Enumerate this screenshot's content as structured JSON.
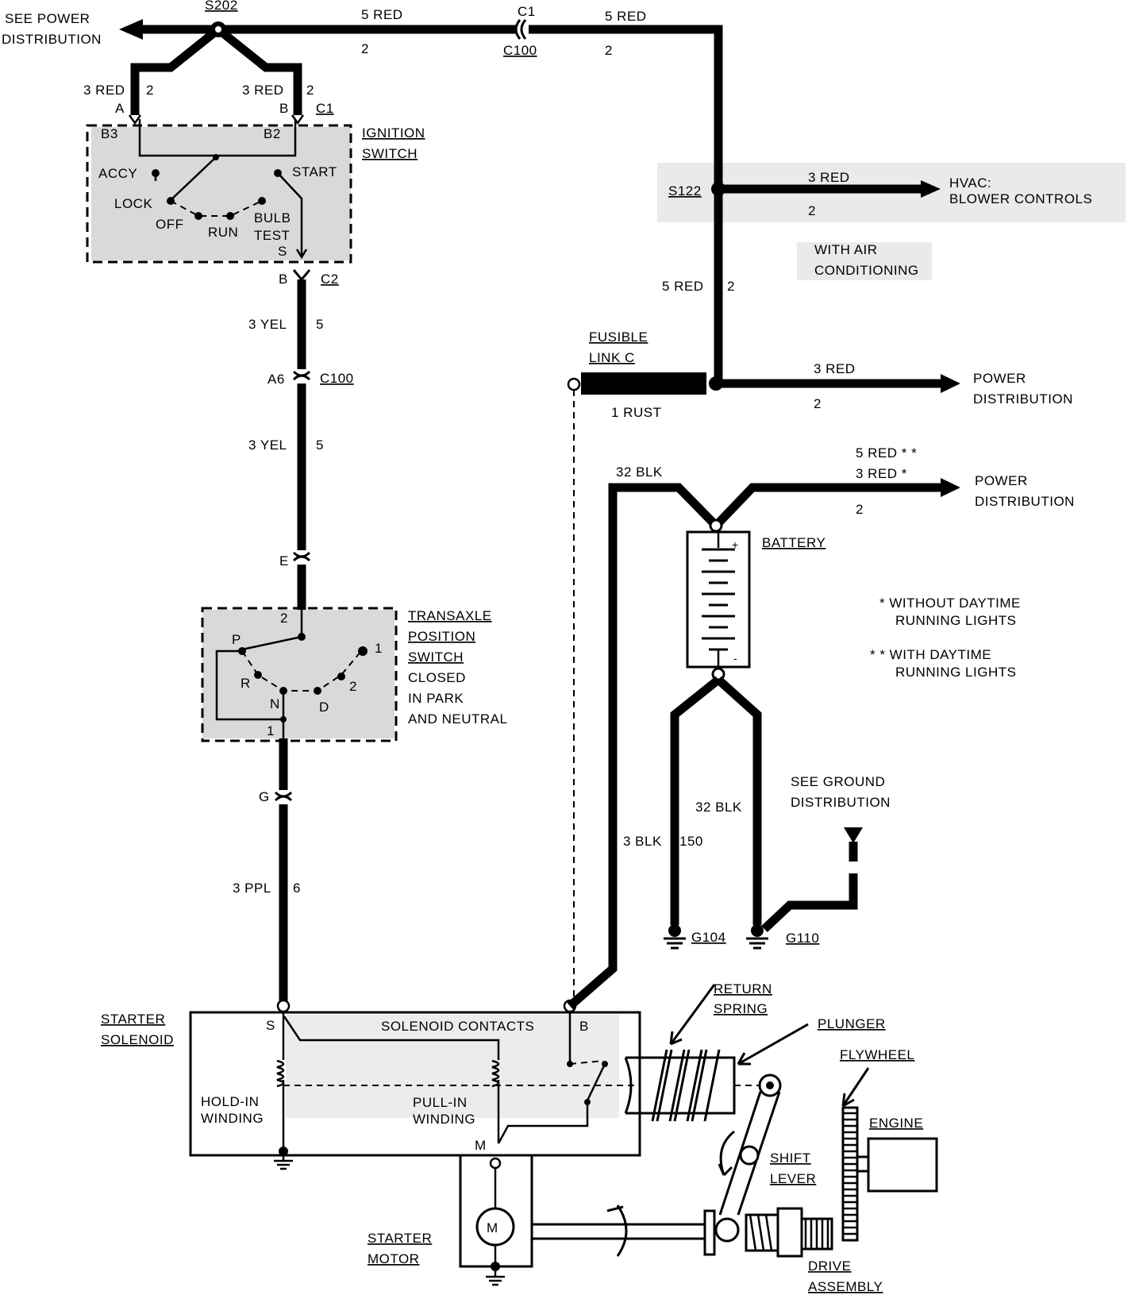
{
  "labels": {
    "see_power_top": [
      "SEE POWER",
      "DISTRIBUTION"
    ],
    "s202": "S202",
    "c1_top": "C1",
    "c100_top": "C100",
    "five_red_a": "5 RED",
    "five_red_b": "5 RED",
    "two_a": "2",
    "two_b": "2",
    "three_red_left": "3 RED",
    "three_red_mid": "3 RED",
    "two_c": "2",
    "two_d": "2",
    "pin_a": "A",
    "pin_b_top": "B",
    "c1_switch": "C1",
    "b3": "B3",
    "b2": "B2",
    "ignition_switch": [
      "IGNITION",
      "SWITCH"
    ],
    "accy": "ACCY",
    "start": "START",
    "lock": "LOCK",
    "off": "OFF",
    "run": "RUN",
    "bulb_test": [
      "BULB",
      "TEST"
    ],
    "s_pin": "S",
    "pin_b_c2": "B",
    "c2": "C2",
    "three_yel_a": "3 YEL",
    "five_a": "5",
    "a6": "A6",
    "c100_mid": "C100",
    "three_yel_b": "3 YEL",
    "five_b": "5",
    "pin_e": "E",
    "transaxle": [
      "TRANSAXLE",
      "POSITION",
      "SWITCH",
      "CLOSED",
      "IN PARK",
      "AND NEUTRAL"
    ],
    "tp_2": "2",
    "tp_p": "P",
    "tp_r": "R",
    "tp_n": "N",
    "tp_d": "D",
    "tp_1a": "1",
    "tp_2b": "2",
    "tp_1": "1",
    "pin_g": "G",
    "three_ppl": "3 PPL",
    "six": "6",
    "starter_solenoid": [
      "STARTER",
      "SOLENOID"
    ],
    "sol_s": "S",
    "solenoid_contacts": "SOLENOID CONTACTS",
    "sol_b": "B",
    "hold_in": [
      "HOLD-IN",
      "WINDING"
    ],
    "pull_in": [
      "PULL-IN",
      "WINDING"
    ],
    "sol_m": "M",
    "motor_m": "M",
    "starter_motor": [
      "STARTER",
      "MOTOR"
    ],
    "return_spring": [
      "RETURN",
      "SPRING"
    ],
    "plunger": "PLUNGER",
    "flywheel": "FLYWHEEL",
    "engine": "ENGINE",
    "shift_lever": [
      "SHIFT",
      "LEVER"
    ],
    "drive_assembly": [
      "DRIVE",
      "ASSEMBLY"
    ],
    "s122": "S122",
    "three_red_hvac": "3 RED",
    "two_hvac": "2",
    "hvac": [
      "HVAC:",
      "BLOWER CONTROLS"
    ],
    "with_ac": [
      "WITH AIR",
      "CONDITIONING"
    ],
    "five_red_c": "5 RED",
    "two_e": "2",
    "fusible_link": [
      "FUSIBLE",
      "LINK C"
    ],
    "one_rust": "1 RUST",
    "three_red_pd": "3 RED",
    "two_pd": "2",
    "power_dist_1": [
      "POWER",
      "DISTRIBUTION"
    ],
    "thirty_two_blk_top": "32 BLK",
    "five_red_star2": "5 RED * *",
    "three_red_star": "3 RED  *",
    "two_pd2": "2",
    "power_dist_2": [
      "POWER",
      "DISTRIBUTION"
    ],
    "battery": "BATTERY",
    "note_without": [
      "*  WITHOUT DAYTIME",
      "RUNNING LIGHTS"
    ],
    "note_with": [
      "* *  WITH DAYTIME",
      "RUNNING LIGHTS"
    ],
    "see_ground": [
      "SEE GROUND",
      "DISTRIBUTION"
    ],
    "thirty_two_blk": "32 BLK",
    "three_blk": "3 BLK",
    "one_fifty": "150",
    "g104": "G104",
    "g110": "G110"
  }
}
